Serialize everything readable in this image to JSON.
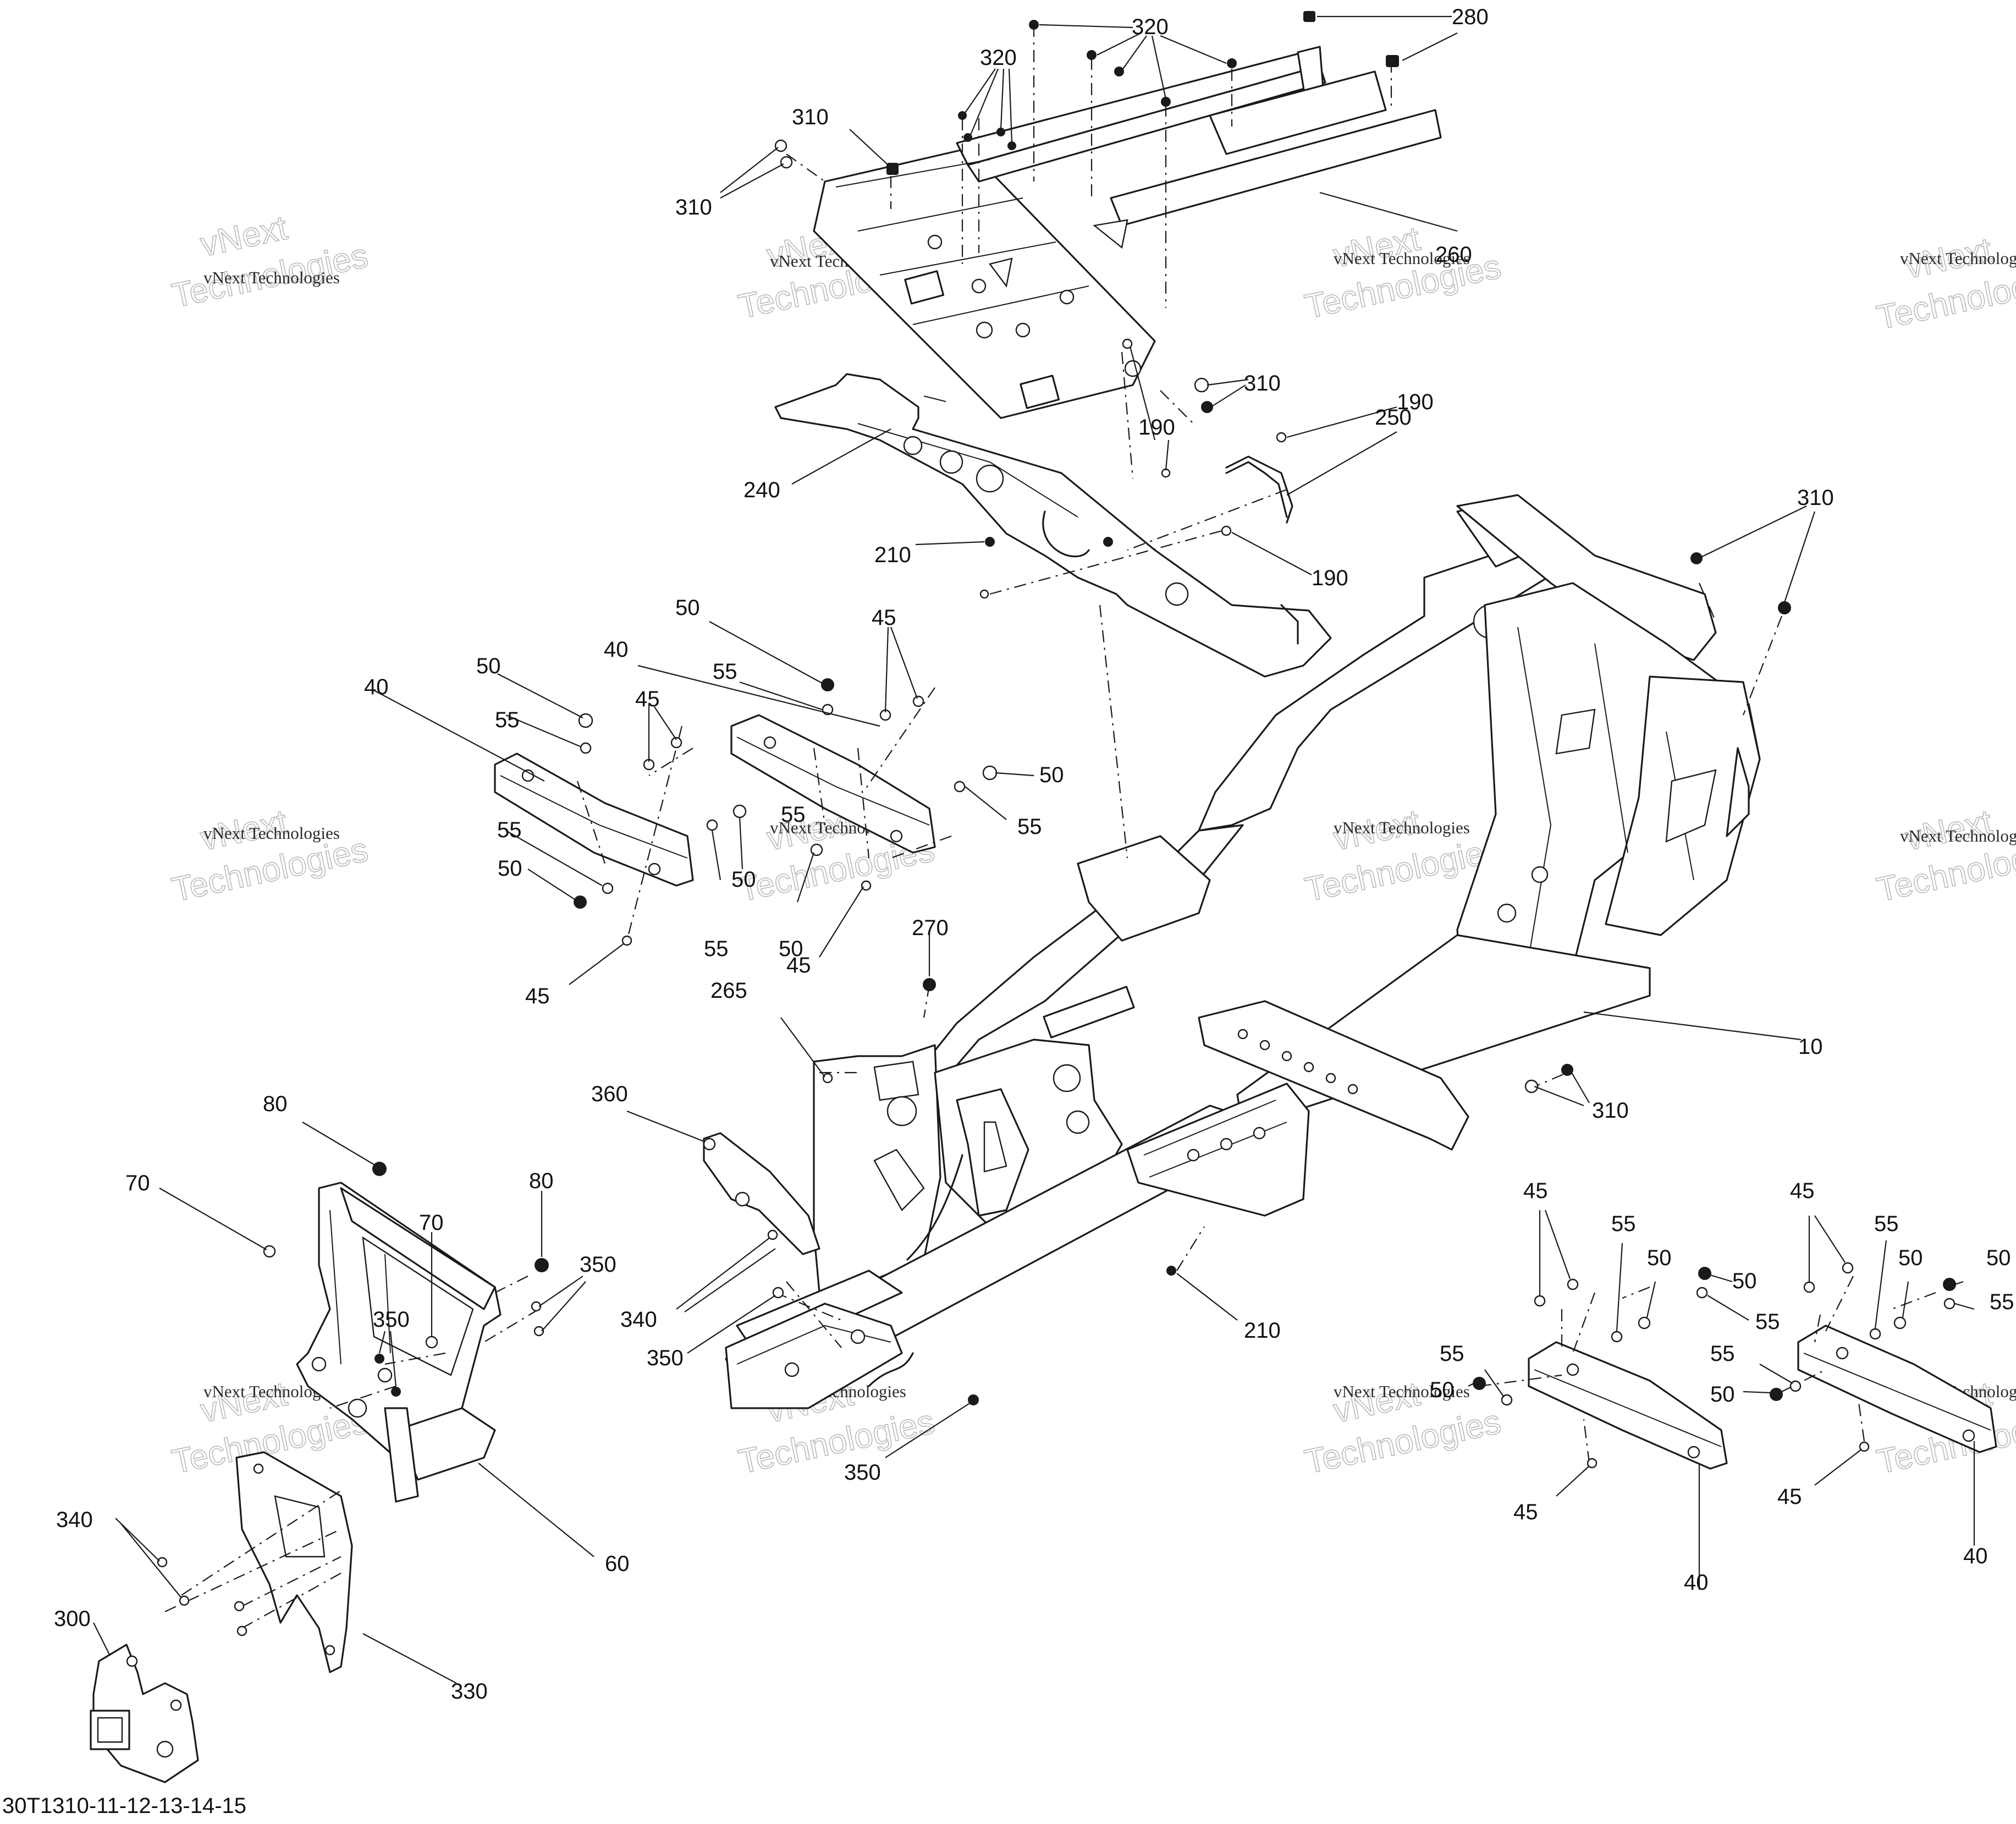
{
  "diagram": {
    "reference_code": "30T1310-11-12-13-14-15",
    "watermark": {
      "small_text": "vNext Technologies",
      "large_line_1": "vNext",
      "large_line_2": "Technologies"
    },
    "callouts": [
      "10",
      "40",
      "45",
      "50",
      "55",
      "60",
      "70",
      "80",
      "190",
      "210",
      "240",
      "250",
      "260",
      "265",
      "270",
      "280",
      "300",
      "310",
      "320",
      "330",
      "340",
      "350",
      "360"
    ]
  }
}
